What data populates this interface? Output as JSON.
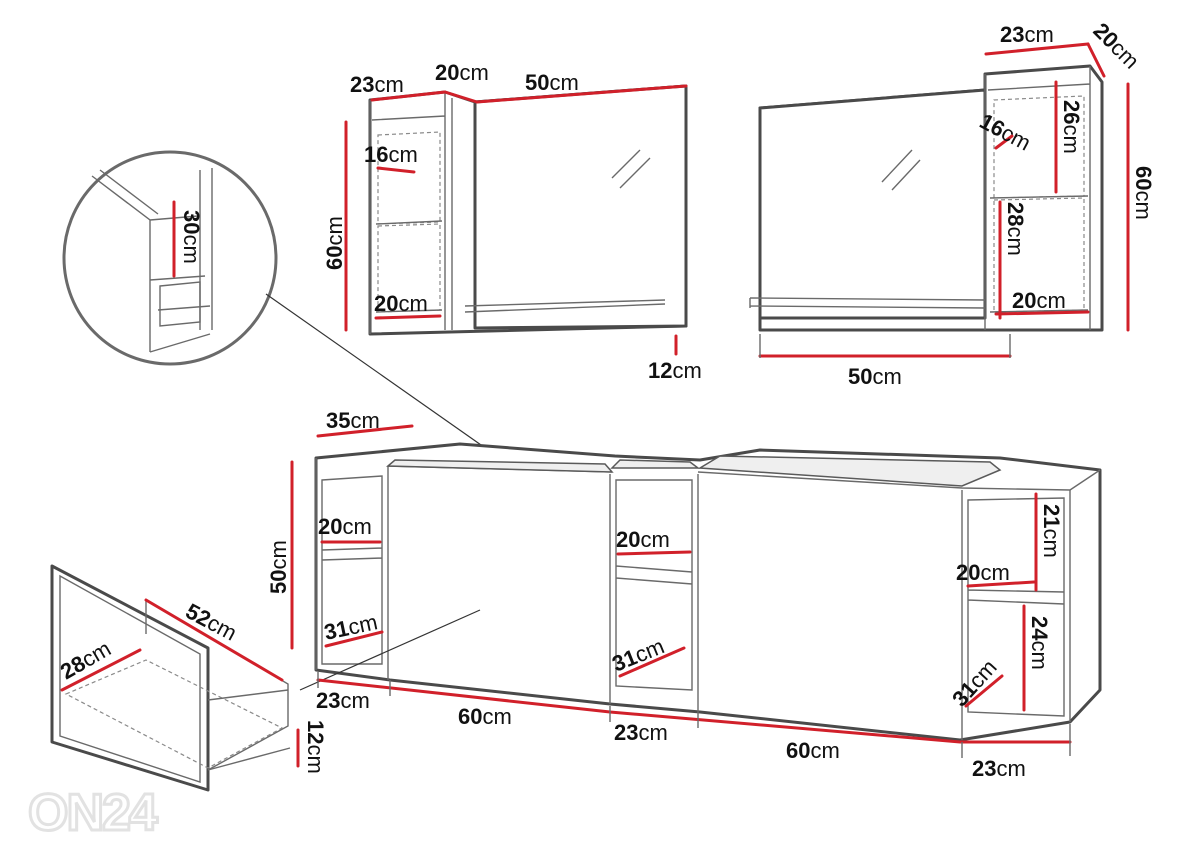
{
  "labels": {
    "mirror_left_depth": {
      "num": "23",
      "unit": "cm"
    },
    "mirror_left_shelf_width": {
      "num": "20",
      "unit": "cm"
    },
    "mirror_left_width": {
      "num": "50",
      "unit": "cm"
    },
    "mirror_left_height": {
      "num": "60",
      "unit": "cm"
    },
    "mirror_left_top_shelf": {
      "num": "16",
      "unit": "cm"
    },
    "mirror_left_bottom_shelf": {
      "num": "20",
      "unit": "cm"
    },
    "mirror_left_ledge": {
      "num": "12",
      "unit": "cm"
    },
    "mirror_right_depth": {
      "num": "23",
      "unit": "cm"
    },
    "mirror_right_shelf_width": {
      "num": "20",
      "unit": "cm"
    },
    "mirror_right_top_shelf": {
      "num": "16",
      "unit": "cm"
    },
    "mirror_right_upper_height": {
      "num": "26",
      "unit": "cm"
    },
    "mirror_right_lower_height": {
      "num": "28",
      "unit": "cm"
    },
    "mirror_right_bottom_shelf": {
      "num": "20",
      "unit": "cm"
    },
    "mirror_right_height": {
      "num": "60",
      "unit": "cm"
    },
    "mirror_right_width": {
      "num": "50",
      "unit": "cm"
    },
    "zoom_drawer_height": {
      "num": "30",
      "unit": "cm"
    },
    "cabinet_top_depth": {
      "num": "35",
      "unit": "cm"
    },
    "cabinet_height": {
      "num": "50",
      "unit": "cm"
    },
    "cabinet_left_shelf_upper": {
      "num": "20",
      "unit": "cm"
    },
    "cabinet_left_shelf_lower": {
      "num": "31",
      "unit": "cm"
    },
    "cabinet_middle_shelf_upper": {
      "num": "20",
      "unit": "cm"
    },
    "cabinet_middle_shelf_lower": {
      "num": "31",
      "unit": "cm"
    },
    "cabinet_right_shelf_upper": {
      "num": "20",
      "unit": "cm"
    },
    "cabinet_right_upper_height": {
      "num": "21",
      "unit": "cm"
    },
    "cabinet_right_lower_height": {
      "num": "24",
      "unit": "cm"
    },
    "cabinet_right_shelf_lower": {
      "num": "31",
      "unit": "cm"
    },
    "base_section_1": {
      "num": "23",
      "unit": "cm"
    },
    "base_section_2": {
      "num": "60",
      "unit": "cm"
    },
    "base_section_3": {
      "num": "23",
      "unit": "cm"
    },
    "base_section_4": {
      "num": "60",
      "unit": "cm"
    },
    "base_section_5": {
      "num": "23",
      "unit": "cm"
    },
    "drawer_front_height": {
      "num": "28",
      "unit": "cm"
    },
    "drawer_depth": {
      "num": "52",
      "unit": "cm"
    },
    "drawer_side_height": {
      "num": "12",
      "unit": "cm"
    }
  },
  "watermark": "ON24",
  "colors": {
    "dimension_line": "#d1202a",
    "outline": "#4a4a4a",
    "text": "#111111"
  }
}
